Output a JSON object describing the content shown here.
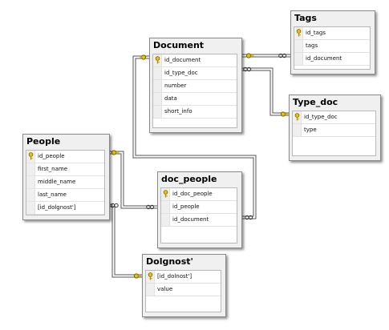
{
  "tables": {
    "tags": {
      "title": "Tags",
      "columns": [
        "id_tags",
        "tags",
        "id_document"
      ],
      "keys": [
        true,
        false,
        false
      ]
    },
    "document": {
      "title": "Document",
      "columns": [
        "id_document",
        "id_type_doc",
        "number",
        "data",
        "short_info"
      ],
      "keys": [
        true,
        false,
        false,
        false,
        false
      ]
    },
    "type_doc": {
      "title": "Type_doc",
      "columns": [
        "id_type_doc",
        "type"
      ],
      "keys": [
        true,
        false
      ]
    },
    "people": {
      "title": "People",
      "columns": [
        "id_people",
        "first_name",
        "middle_name",
        "last_name",
        "[id_dolgnost']"
      ],
      "keys": [
        true,
        false,
        false,
        false,
        false
      ]
    },
    "doc_people": {
      "title": "doc_people",
      "columns": [
        "id_doc_people",
        "id_people",
        "id_document"
      ],
      "keys": [
        true,
        false,
        false
      ]
    },
    "dolgnost": {
      "title": "Dolgnost'",
      "columns": [
        "[id_dolnost']",
        "value"
      ],
      "keys": [
        true,
        false
      ]
    }
  },
  "relationships": [
    {
      "from": "document",
      "to": "tags",
      "from_end": "one",
      "to_end": "many"
    },
    {
      "from": "type_doc",
      "to": "document",
      "from_end": "one",
      "to_end": "many"
    },
    {
      "from": "document",
      "to": "doc_people",
      "from_end": "one",
      "to_end": "many"
    },
    {
      "from": "people",
      "to": "doc_people",
      "from_end": "one",
      "to_end": "many"
    },
    {
      "from": "dolgnost",
      "to": "people",
      "from_end": "one",
      "to_end": "many"
    }
  ],
  "colors": {
    "key_gold": "#e8c200",
    "line": "#555555"
  }
}
